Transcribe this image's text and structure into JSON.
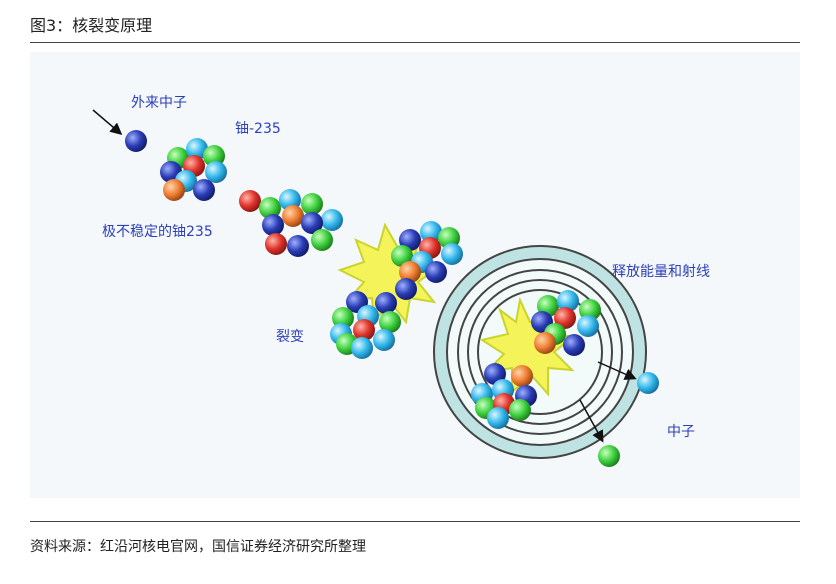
{
  "figure": {
    "title": "图3：核裂变原理",
    "source": "资料来源：红沿河核电官网，国信证券经济研究所整理"
  },
  "labels": {
    "incoming_neutron": "外来中子",
    "uranium": "铀-235",
    "unstable_uranium": "极不稳定的铀235",
    "fission": "裂变",
    "energy_release": "释放能量和射线",
    "neutron": "中子"
  },
  "colors": {
    "label_text": "#2c3fb8",
    "ball_blue": "#2a3db5",
    "ball_cyan": "#33b8ec",
    "ball_green": "#3fd13f",
    "ball_red": "#e0332b",
    "ball_orange": "#f07d33",
    "burst_fill": "#f4f45a",
    "burst_stroke": "#c9d42c",
    "ring": "#444444"
  }
}
